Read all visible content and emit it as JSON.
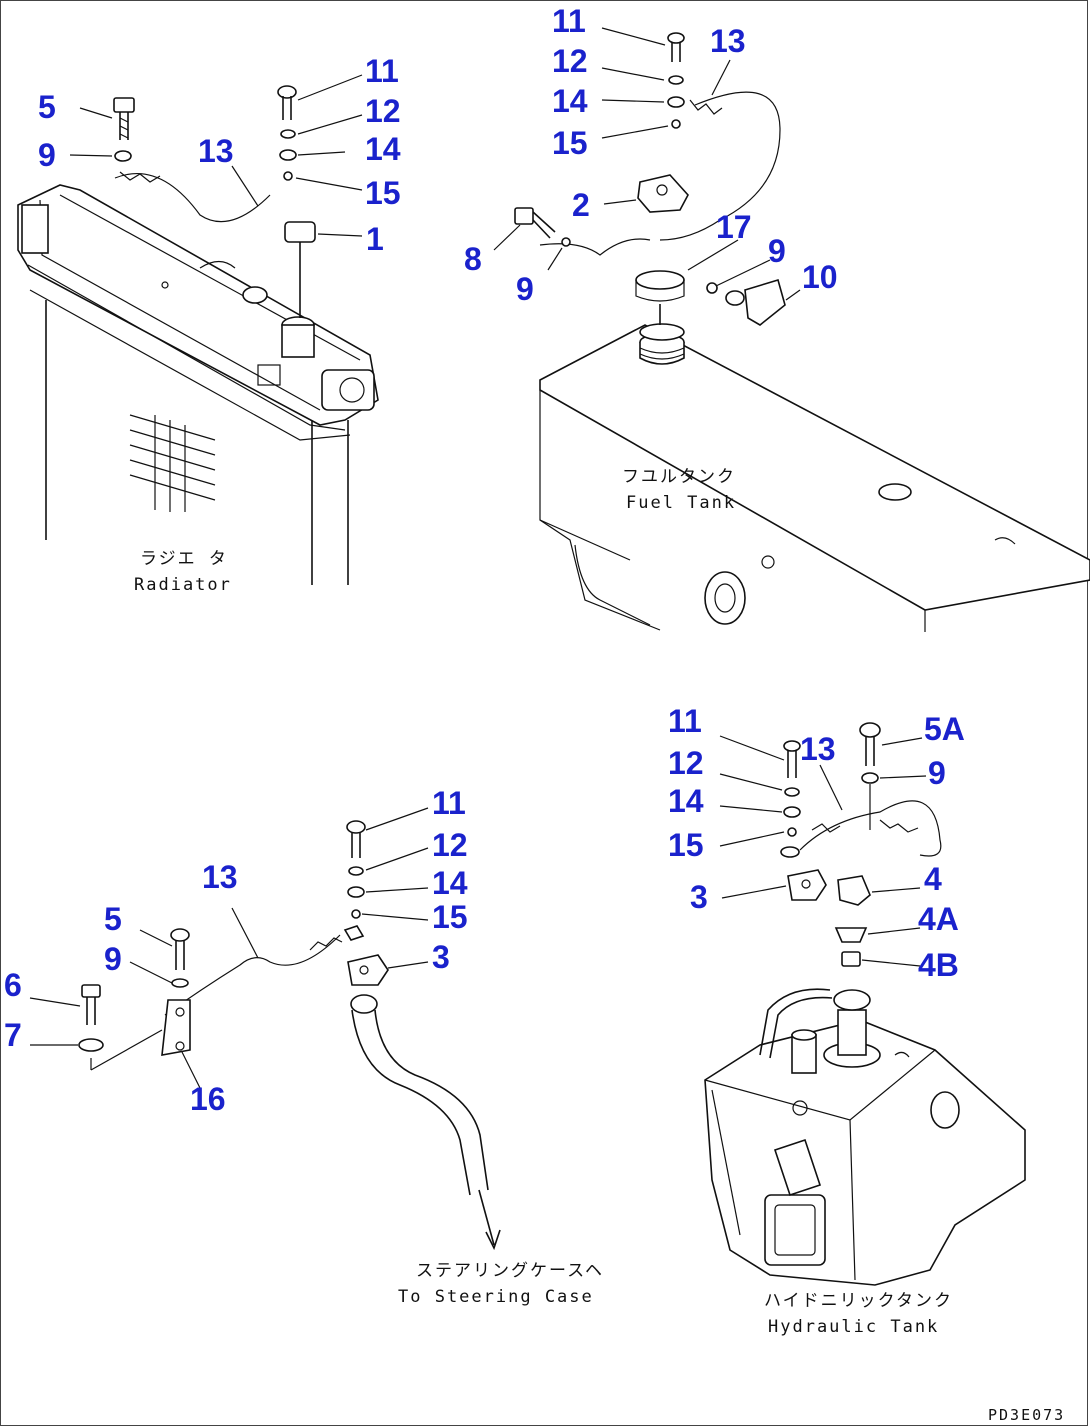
{
  "labels": {
    "radiator": [
      "5",
      "9",
      "13",
      "11",
      "12",
      "14",
      "15",
      "1"
    ],
    "fuel": [
      "11",
      "12",
      "14",
      "15",
      "13",
      "2",
      "8",
      "9",
      "17",
      "9",
      "10"
    ],
    "steering": [
      "13",
      "5",
      "9",
      "6",
      "7",
      "16",
      "11",
      "12",
      "14",
      "15",
      "3"
    ],
    "hydraulic": [
      "11",
      "12",
      "14",
      "15",
      "13",
      "3",
      "5A",
      "9",
      "4",
      "4A",
      "4B"
    ]
  },
  "captions": {
    "radiator_jp": "ラジエ タ",
    "radiator_en": "Radiator",
    "fuel_jp": "フユルタンク",
    "fuel_en": "Fuel Tank",
    "steering_jp": "ステアリングケースヘ",
    "steering_en": "To Steering Case",
    "hydraulic_jp": "ハイドニリックタンク",
    "hydraulic_en": "Hydraulic Tank"
  },
  "drawing_code": "PD3E073"
}
